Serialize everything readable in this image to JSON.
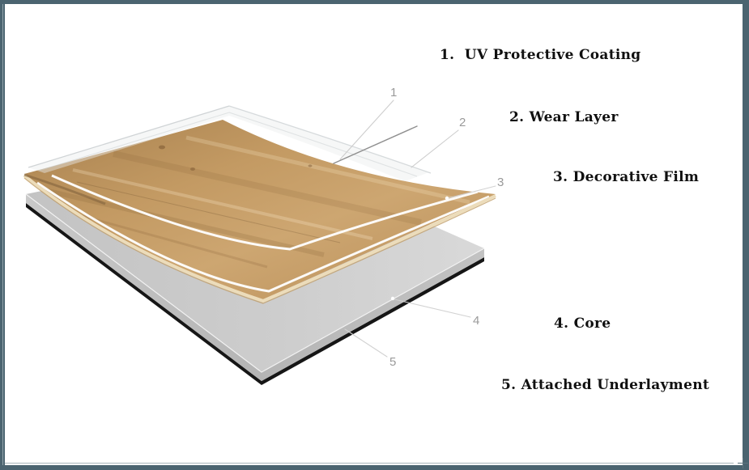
{
  "diagram": {
    "layers": [
      {
        "callout": "1",
        "label": "1.  UV Protective Coating"
      },
      {
        "callout": "2",
        "label": "2. Wear Layer"
      },
      {
        "callout": "3",
        "label": "3. Decorative Film"
      },
      {
        "callout": "4",
        "label": "4. Core"
      },
      {
        "callout": "5",
        "label": "5. Attached Underlayment"
      }
    ],
    "colors": {
      "frame_border": "#4b6470",
      "wood_light": "#d4ad77",
      "wood_mid": "#c09661",
      "wood_dark": "#a57c4b",
      "plank_edge_cream": "#ecdcba",
      "core_gray": "#cccccc",
      "core_side_gray": "#b9b9b9",
      "underlayment_black": "#161616",
      "label_text": "#101010",
      "callout_text": "#9a9a9a",
      "leader_line": "#cccccc"
    }
  }
}
